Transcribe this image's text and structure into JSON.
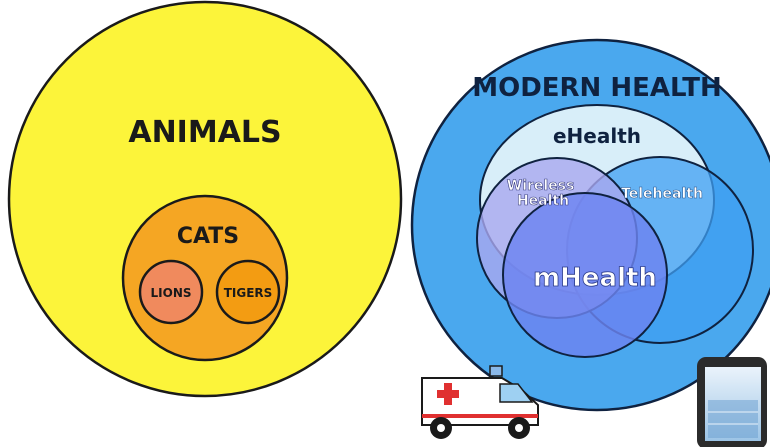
{
  "left_diagram": {
    "outer_label": "ANIMALS",
    "inner_label": "CATS",
    "sub_labels": [
      "LIONS",
      "TIGERS"
    ],
    "colors": {
      "animals_fill": "#fcf43a",
      "cats_fill": "#f5a623",
      "lions_fill": "#f08a5d",
      "tigers_fill": "#f39c12",
      "stroke": "#1a1a1a"
    }
  },
  "right_diagram": {
    "outer_label": "MODERN HEALTH",
    "labels": {
      "ehealth": "eHealth",
      "wireless": "Wireless Health",
      "telehealth": "Telehealth",
      "mhealth": "mHealth"
    },
    "colors": {
      "modern_fill": "#4aa8ee",
      "ehealth_fill": "#d8eef9",
      "wireless_fill": "#a9a8ef",
      "telehealth_fill": "#3f9ff2",
      "mhealth_fill": "#6d84f0",
      "stroke": "#0f2240"
    }
  },
  "icons": [
    "ambulance-icon",
    "tablet-icon"
  ]
}
